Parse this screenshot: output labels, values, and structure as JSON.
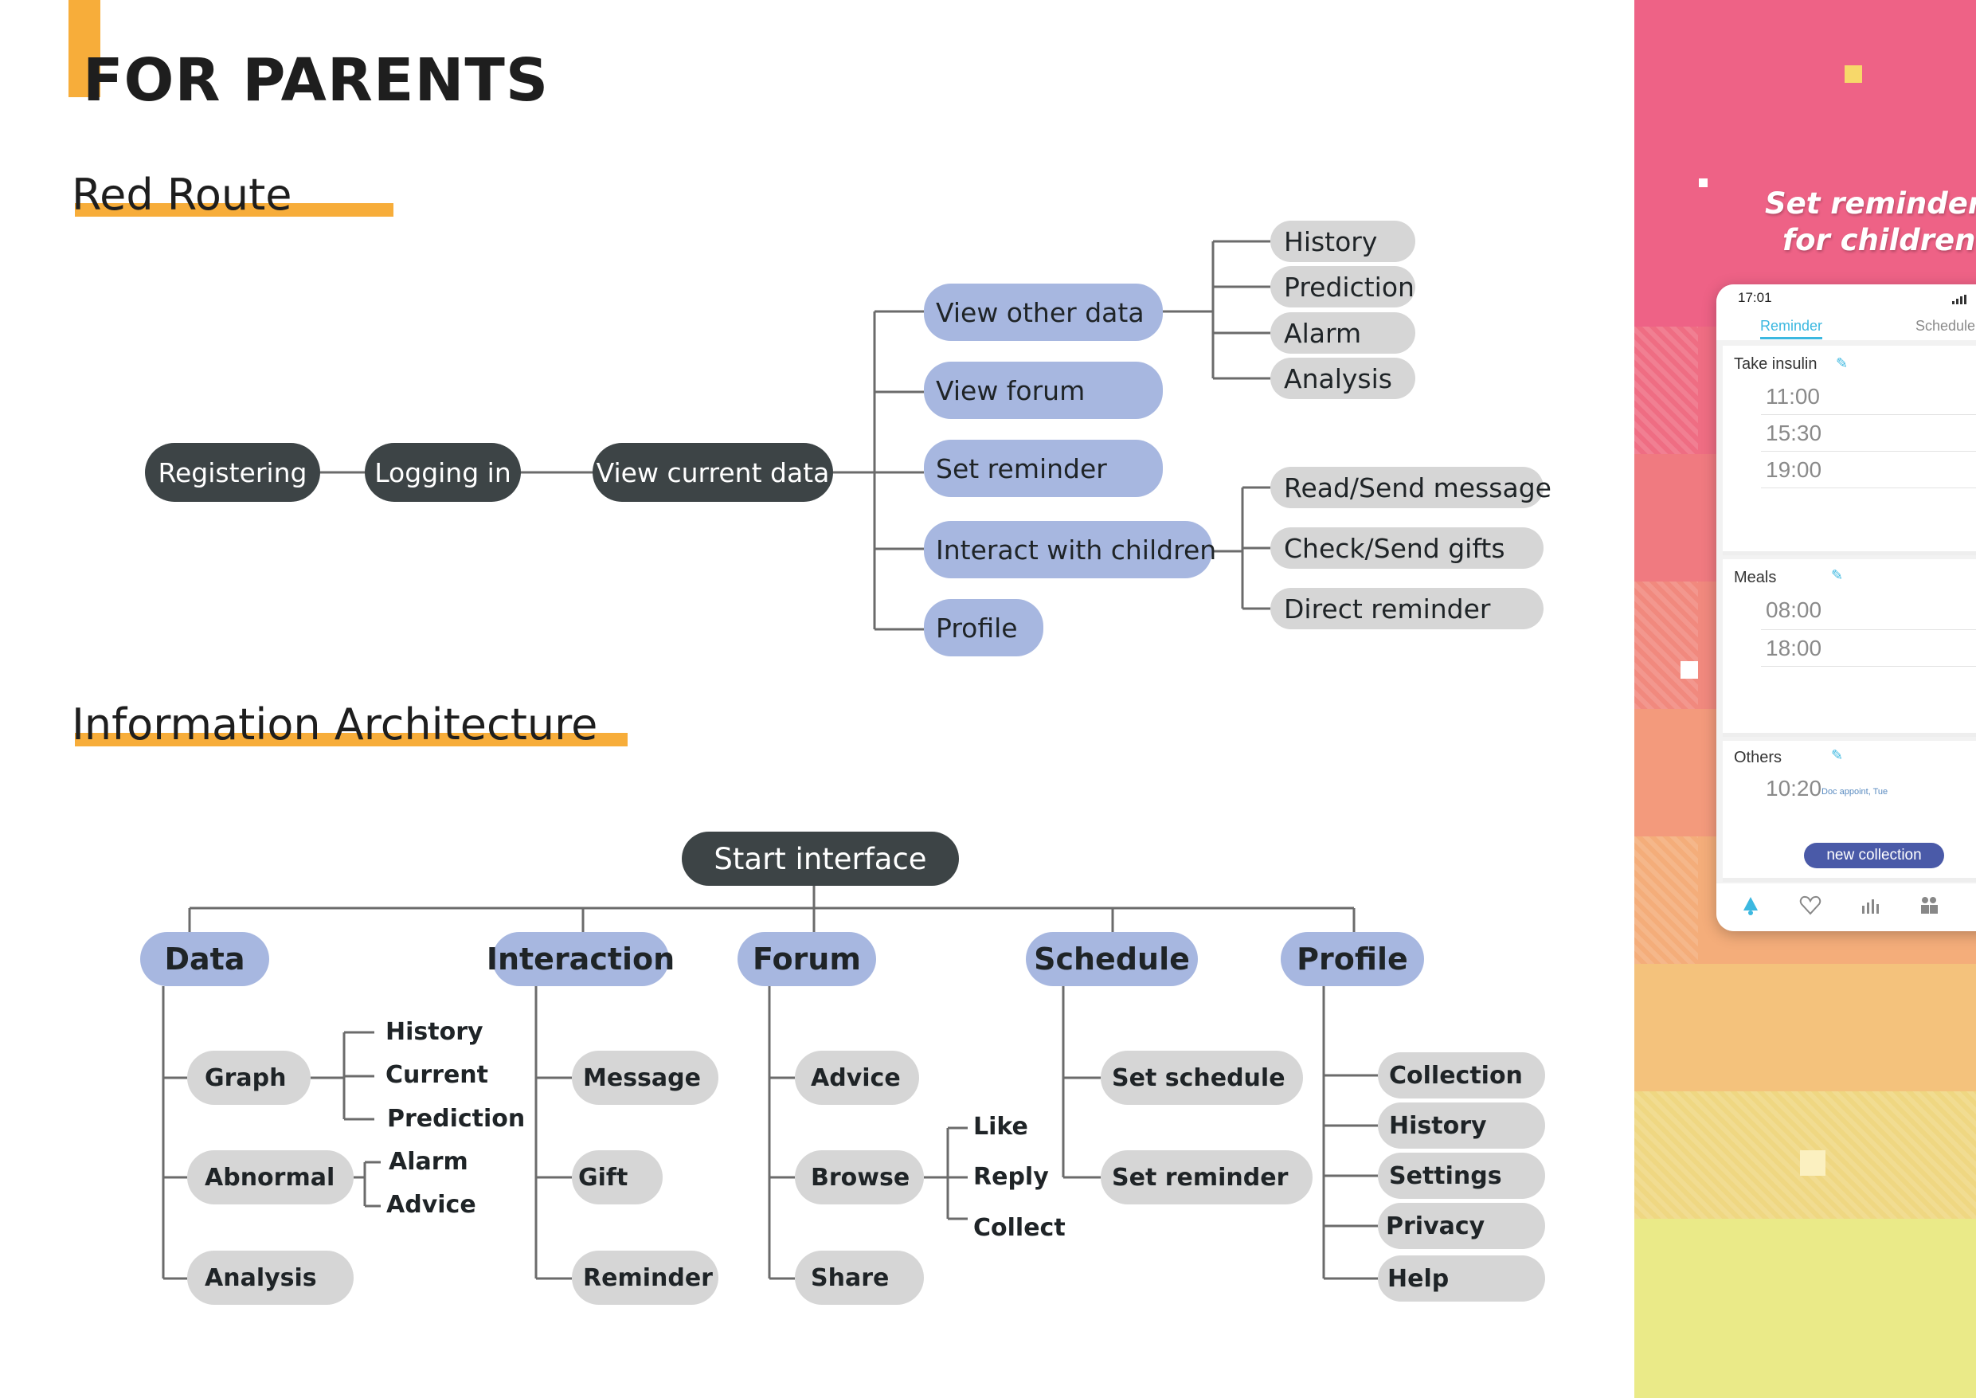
{
  "page_title": "FOR PARENTS",
  "red_route": {
    "heading": "Red Route",
    "main_path": [
      "Registering",
      "Logging in",
      "View current data"
    ],
    "branches": [
      "View other data",
      "View forum",
      "Set reminder",
      "Interact with children",
      "Profile"
    ],
    "view_other_data_children": [
      "History",
      "Prediction",
      "Alarm",
      "Analysis"
    ],
    "interact_children": [
      "Read/Send message",
      "Check/Send gifts",
      "Direct reminder"
    ]
  },
  "info_arch": {
    "heading": "Information Architecture",
    "root": "Start interface",
    "categories": {
      "data": {
        "label": "Data",
        "items": [
          "Graph",
          "Abnormal",
          "Analysis"
        ],
        "graph_sub": [
          "History",
          "Current",
          "Prediction"
        ],
        "abnormal_sub": [
          "Alarm",
          "Advice"
        ]
      },
      "interaction": {
        "label": "Interaction",
        "items": [
          "Message",
          "Gift",
          "Reminder"
        ]
      },
      "forum": {
        "label": "Forum",
        "items": [
          "Advice",
          "Browse",
          "Share"
        ],
        "browse_sub": [
          "Like",
          "Reply",
          "Collect"
        ]
      },
      "schedule": {
        "label": "Schedule",
        "items": [
          "Set schedule",
          "Set reminder"
        ]
      },
      "profile": {
        "label": "Profile",
        "items": [
          "Collection",
          "History",
          "Settings",
          "Privacy",
          "Help"
        ]
      }
    }
  },
  "side_panel": {
    "caption_line1": "Set reminders",
    "caption_line2": "for children",
    "phone": {
      "status_time": "17:01",
      "tab_active": "Reminder",
      "tab_other": "Schedule",
      "cards": [
        {
          "title": "Take insulin",
          "times": [
            "11:00",
            "15:30",
            "19:00"
          ],
          "toggles": [
            true,
            false,
            true
          ]
        },
        {
          "title": "Meals",
          "times": [
            "08:00",
            "18:00"
          ],
          "toggles": [
            false,
            true
          ]
        },
        {
          "title": "Others",
          "times": [
            "10:20"
          ],
          "notes": [
            "Doc appoint, Tue"
          ],
          "toggles": [
            false
          ]
        }
      ],
      "new_button": "new collection",
      "nav_icons": [
        "bell-icon",
        "heart-icon",
        "chart-icon",
        "people-icon"
      ]
    },
    "colors": {
      "band_top": "#ee6286",
      "band_bottom": "#eaea88",
      "accent": "#f7ad3a",
      "phone_accent": "#3cb8e0",
      "button": "#4a5aa8"
    }
  }
}
